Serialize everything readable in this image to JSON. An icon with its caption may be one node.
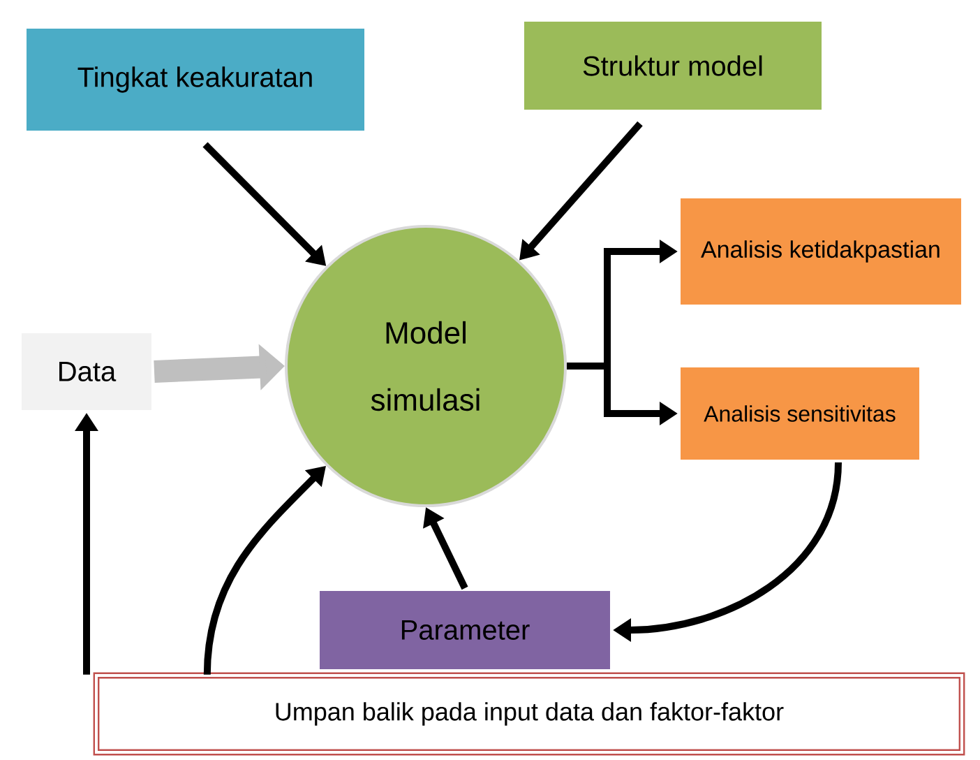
{
  "diagram": {
    "nodes": [
      {
        "text": [
          "Tingkat keakuratan"
        ]
      },
      {
        "text": [
          "Struktur model"
        ]
      },
      {
        "text": [
          "Model simulasi"
        ]
      },
      {
        "text": [
          "Analisis ketidakpastian"
        ]
      },
      {
        "text": [
          "Analisis sensitivitas"
        ]
      },
      {
        "text": [
          "Data"
        ]
      },
      {
        "text": [
          "Parameter"
        ]
      },
      {
        "text": [
          "Umpan balik pada input data dan faktor-faktor"
        ]
      }
    ],
    "edges": [
      {
        "from": 0,
        "to": 2,
        "arrow": "to"
      },
      {
        "from": 1,
        "to": 2,
        "arrow": "to"
      },
      {
        "from": 5,
        "to": 2,
        "arrow": "to",
        "style": "thick",
        "color": "#bfbfbf"
      },
      {
        "from": 2,
        "to": 3,
        "arrow": "to"
      },
      {
        "from": 2,
        "to": 4,
        "arrow": "to"
      },
      {
        "from": 4,
        "to": 6,
        "arrow": "to"
      },
      {
        "from": 6,
        "to": 2,
        "arrow": "to"
      },
      {
        "from": 7,
        "to": 5,
        "arrow": "to"
      },
      {
        "from": 7,
        "to": 2,
        "arrow": "to"
      }
    ]
  }
}
